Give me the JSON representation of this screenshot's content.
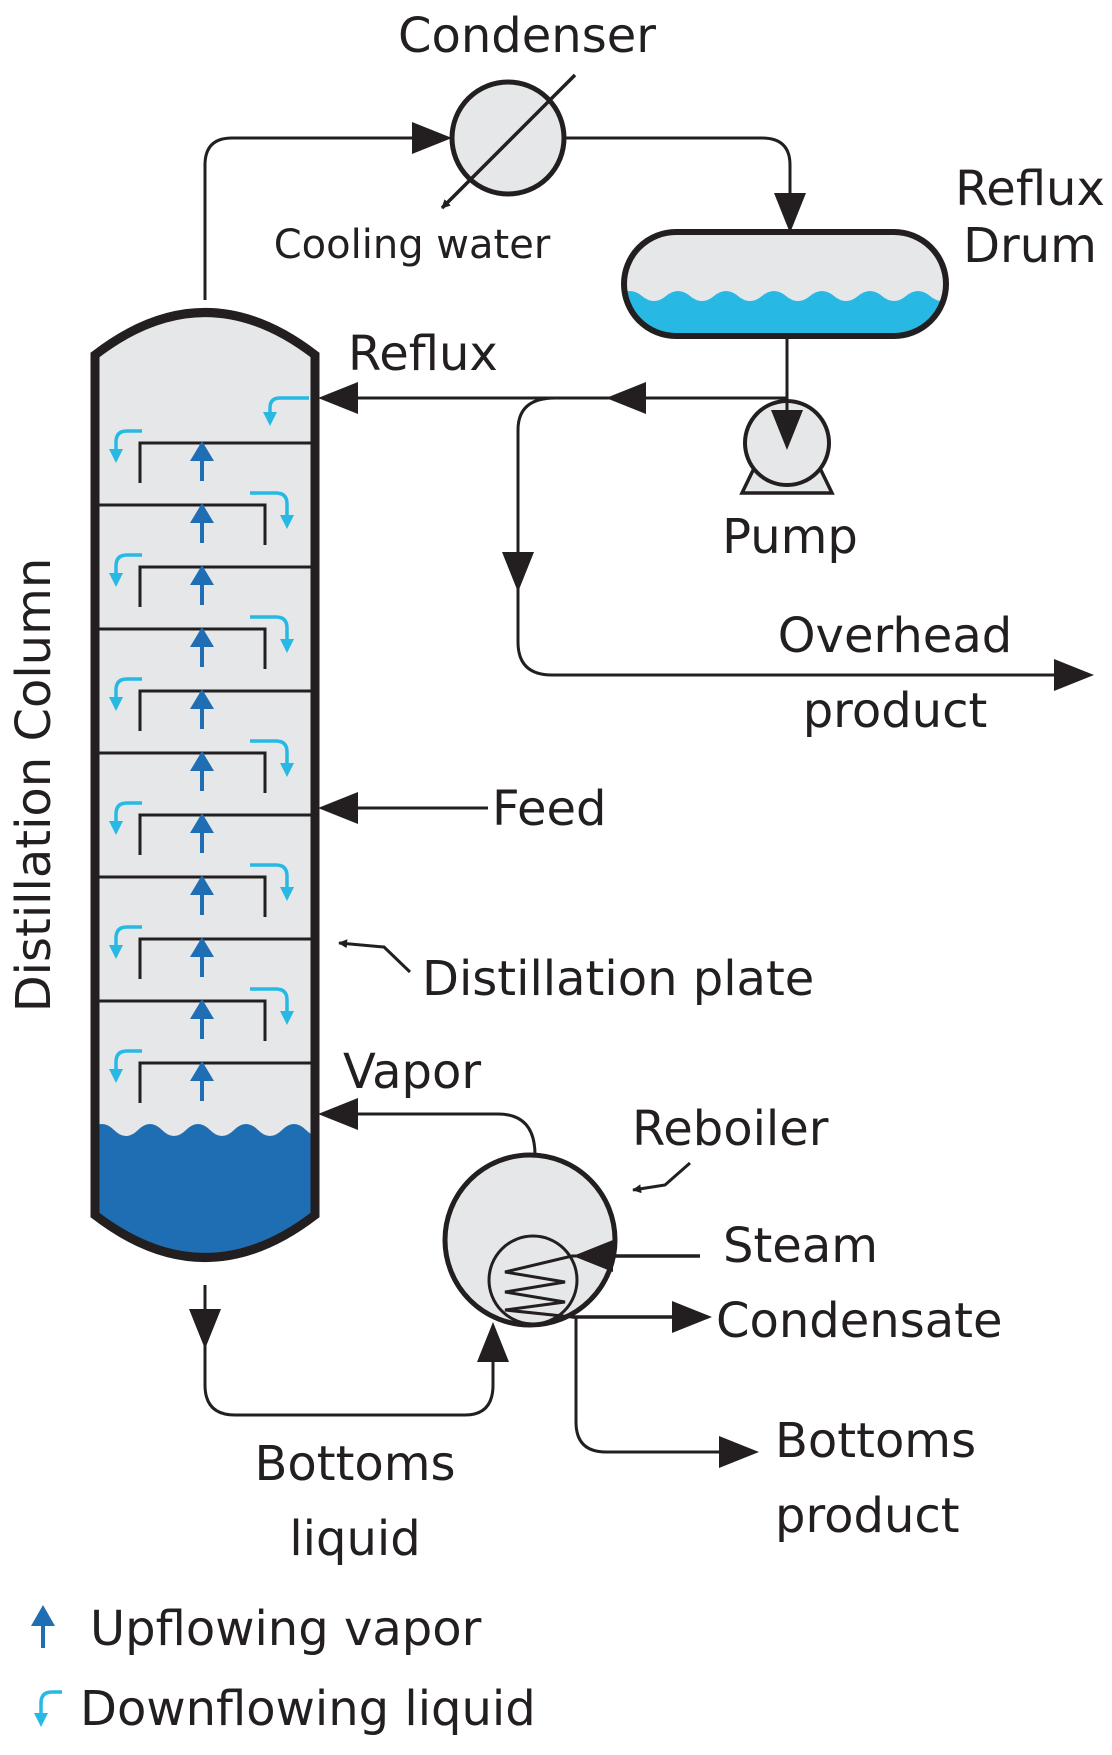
{
  "colors": {
    "outline": "#231f20",
    "vessel_fill": "#e6e7e8",
    "reflux_liquid": "#27b9e4",
    "bottoms_liquid": "#1f6db3",
    "vapor_arrow": "#1f6db3",
    "liquid_arrow": "#27b9e4"
  },
  "labels": {
    "condenser": "Condenser",
    "cooling_water": "Cooling water",
    "reflux_drum_line1": "Reflux",
    "reflux_drum_line2": "Drum",
    "reflux": "Reflux",
    "pump": "Pump",
    "overhead_line1": "Overhead",
    "overhead_line2": "product",
    "feed": "Feed",
    "distillation_plate": "Distillation plate",
    "vapor": "Vapor",
    "reboiler": "Reboiler",
    "steam": "Steam",
    "condensate": "Condensate",
    "bottoms_product_line1": "Bottoms",
    "bottoms_product_line2": "product",
    "bottoms_liquid_line1": "Bottoms",
    "bottoms_liquid_line2": "liquid",
    "column": "Distillation Column"
  },
  "legend": [
    {
      "icon": "up-arrow-icon",
      "label": "Upflowing vapor"
    },
    {
      "icon": "curved-arrow-icon",
      "label": "Downflowing liquid"
    }
  ]
}
